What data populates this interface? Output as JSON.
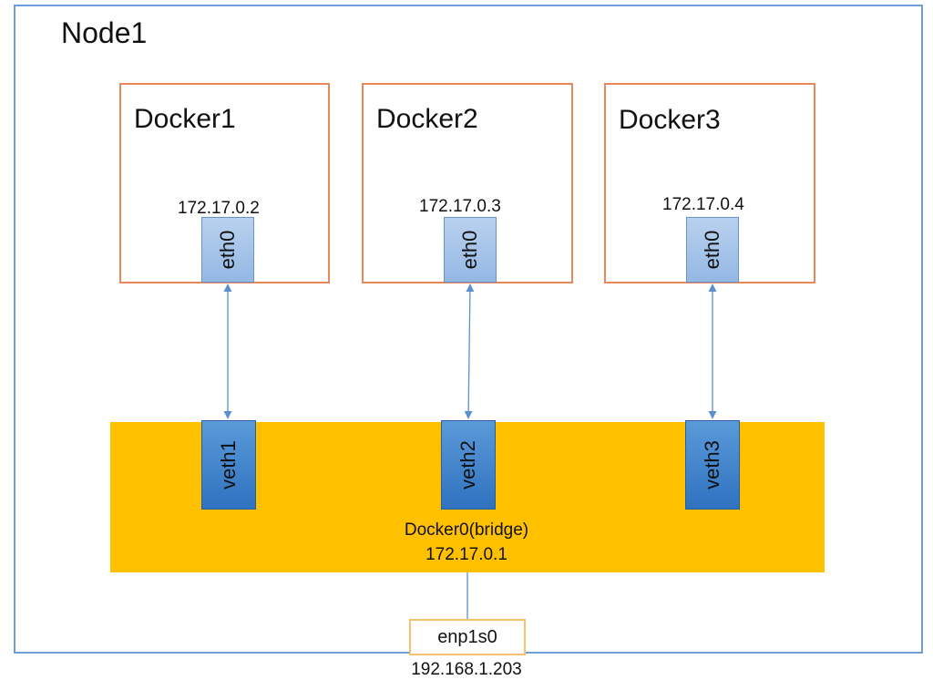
{
  "node": {
    "title": "Node1"
  },
  "containers": [
    {
      "name": "Docker1",
      "ip": "172.17.0.2",
      "iface": "eth0"
    },
    {
      "name": "Docker2",
      "ip": "172.17.0.3",
      "iface": "eth0"
    },
    {
      "name": "Docker3",
      "ip": "172.17.0.4",
      "iface": "eth0"
    }
  ],
  "veths": [
    "veth1",
    "veth2",
    "veth3"
  ],
  "bridge": {
    "name": "Docker0(bridge)",
    "ip": "172.17.0.1"
  },
  "host_nic": {
    "name": "enp1s0",
    "ip": "192.168.1.203"
  },
  "colors": {
    "node_border": "#6f9fd8",
    "container_border": "#e8875b",
    "bridge_fill": "#ffc000",
    "eth_fill": "#a8c6ea",
    "veth_fill": "#3f82cc",
    "link": "#5b8fcf",
    "nic_border": "#f5c26b"
  }
}
